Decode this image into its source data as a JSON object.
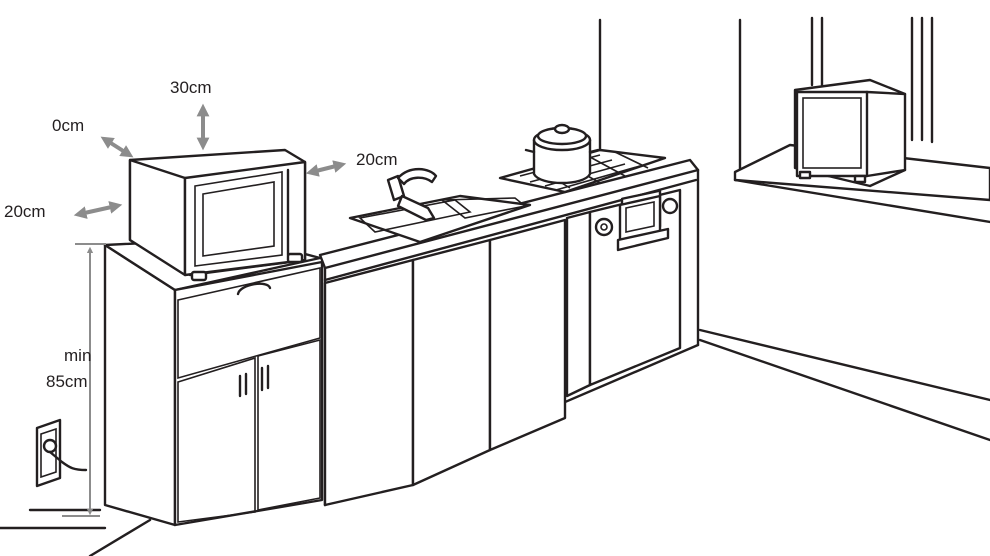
{
  "labels": {
    "side_left": "0cm",
    "top": "30cm",
    "side_right": "20cm",
    "back": "20cm",
    "height_min": "min",
    "height_value": "85cm"
  },
  "colors": {
    "line": "#231f20",
    "arrow": "#8c8c8c",
    "background": "#ffffff"
  }
}
